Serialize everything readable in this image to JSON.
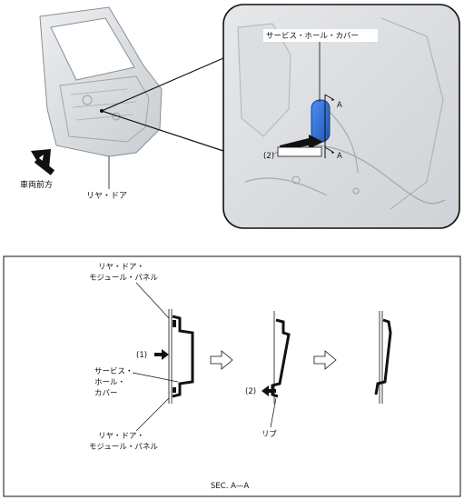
{
  "top": {
    "vehicle_front": "車両前方",
    "rear_door": "リヤ・ドア",
    "callout_cover": "サービス・ホール・カバー",
    "section_mark": "A",
    "step_2": "(2)"
  },
  "section": {
    "panel_top_1": "リヤ・ドア・",
    "panel_top_2": "モジュール・パネル",
    "cover_1": "サービス・",
    "cover_2": "ホール・",
    "cover_3": "カバー",
    "step_1": "(1)",
    "step_2": "(2)",
    "panel_bot_1": "リヤ・ドア・",
    "panel_bot_2": "モジュール・パネル",
    "rib": "リブ",
    "caption": "SEC. A—A"
  },
  "colors": {
    "cover_blue": "#2a6fd6",
    "panel_gray": "#d8dadd",
    "line": "#111111"
  }
}
